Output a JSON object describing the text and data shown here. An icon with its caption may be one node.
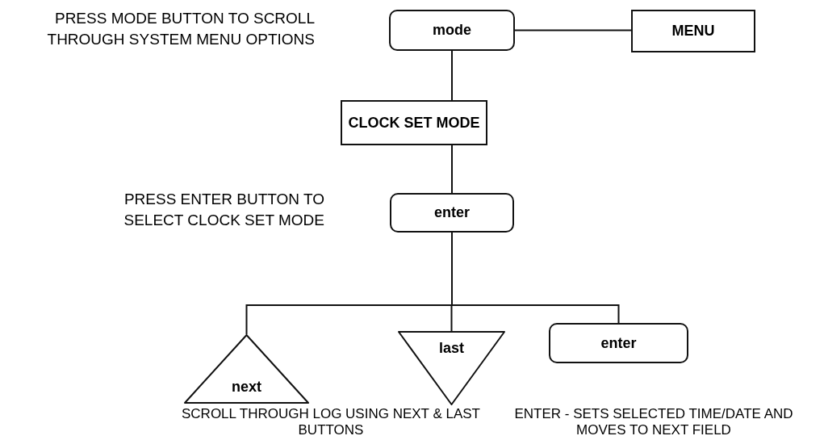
{
  "diagram": {
    "nodes": [
      {
        "text": [
          "mode"
        ]
      },
      {
        "text": [
          "MENU"
        ]
      },
      {
        "text": [
          "CLOCK SET MODE"
        ]
      },
      {
        "text": [
          "enter"
        ]
      },
      {
        "text": [
          "next"
        ]
      },
      {
        "text": [
          "last"
        ]
      },
      {
        "text": [
          "enter"
        ]
      }
    ],
    "edges": [
      {
        "from": 0,
        "to": 1,
        "arrow": "none"
      },
      {
        "from": 0,
        "to": 2,
        "arrow": "none"
      },
      {
        "from": 2,
        "to": 3,
        "arrow": "none"
      },
      {
        "from": 3,
        "to": 4,
        "arrow": "none"
      },
      {
        "from": 3,
        "to": 5,
        "arrow": "none"
      },
      {
        "from": 3,
        "to": 6,
        "arrow": "none"
      }
    ],
    "labels": [
      "PRESS MODE BUTTON TO SCROLL THROUGH SYSTEM MENU OPTIONS",
      "PRESS ENTER BUTTON TO SELECT CLOCK SET MODE",
      "SCROLL THROUGH LOG USING NEXT & LAST BUTTONS",
      "ENTER - SETS SELECTED TIME/DATE AND MOVES TO NEXT FIELD"
    ]
  }
}
